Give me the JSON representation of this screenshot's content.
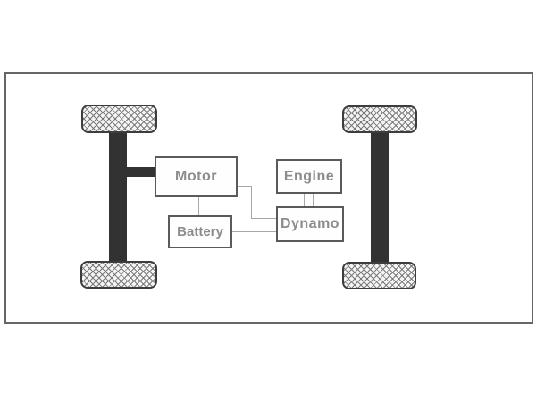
{
  "diagram": {
    "labels": {
      "motor": "Motor",
      "battery": "Battery",
      "engine": "Engine",
      "dynamo": "Dynamo"
    },
    "colors": {
      "frame_border": "#666666",
      "axle_fill": "#323232",
      "wheel_border": "#3d3d3d",
      "wheel_hatch": "#7a7a7a",
      "wheel_fill": "#f5f5f5",
      "box_border": "#5a5a5a",
      "box_fill": "#fefefe",
      "label_text": "#8c8c8c",
      "connector": "#a8a8a8"
    }
  }
}
